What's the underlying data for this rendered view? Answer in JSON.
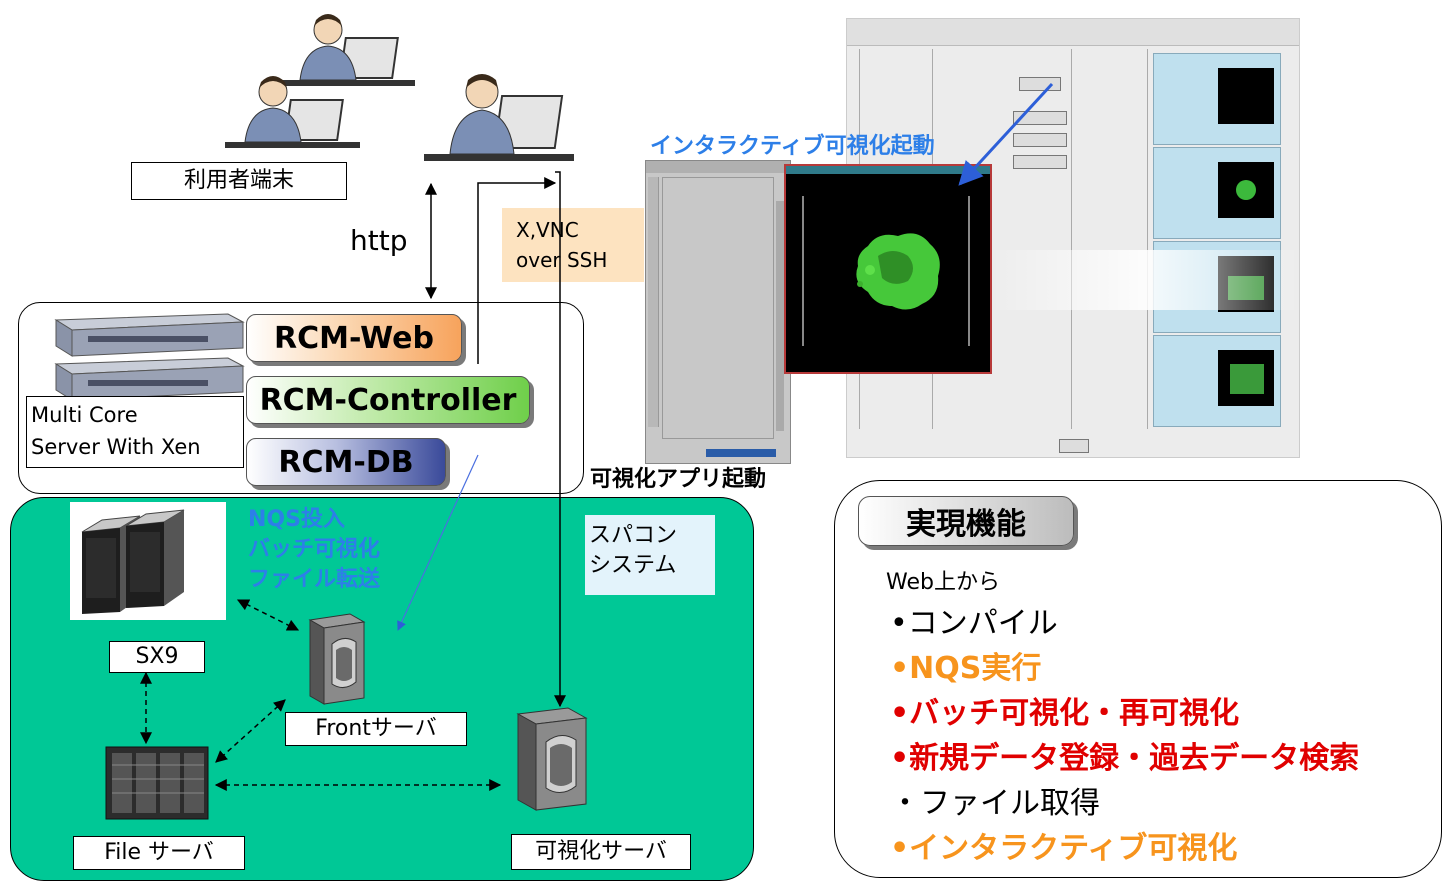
{
  "labels": {
    "user_terminal": "利用者端末",
    "http": "http",
    "xvnc_line1": "X,VNC",
    "xvnc_line2": "over SSH",
    "interactive_launch": "インタラクティブ可視化起動",
    "app_launch": "可視化アプリ起動",
    "multicore_line1": "Multi Core",
    "multicore_line2": "Server With Xen",
    "nqs_line1": "NQS投入",
    "nqs_line2": "バッチ可視化",
    "nqs_line3": "ファイル転送",
    "supercomputer_line1": "スパコン",
    "supercomputer_line2": "システム",
    "sx9": "SX9",
    "front_server": "Frontサーバ",
    "file_server": "File サーバ",
    "viz_server": "可視化サーバ"
  },
  "components": {
    "rcm_web": "RCM-Web",
    "rcm_controller": "RCM-Controller",
    "rcm_db": "RCM-DB"
  },
  "features": {
    "title": "実現機能",
    "subtitle": "Web上から",
    "items": [
      "•コンパイル",
      "•NQS実行",
      "•バッチ可視化・再可視化",
      "•新規データ登録・過去データ検索",
      "・ファイル取得",
      "•インタラクティブ可視化"
    ]
  },
  "colors": {
    "green_system": "#00c896",
    "orange": "#f7941d",
    "red": "#e00000",
    "blue_text": "#2d7fe8",
    "rcm_web": "#f7a35c",
    "rcm_controller": "#6fcf4a",
    "rcm_db": "#3a4a9a"
  }
}
